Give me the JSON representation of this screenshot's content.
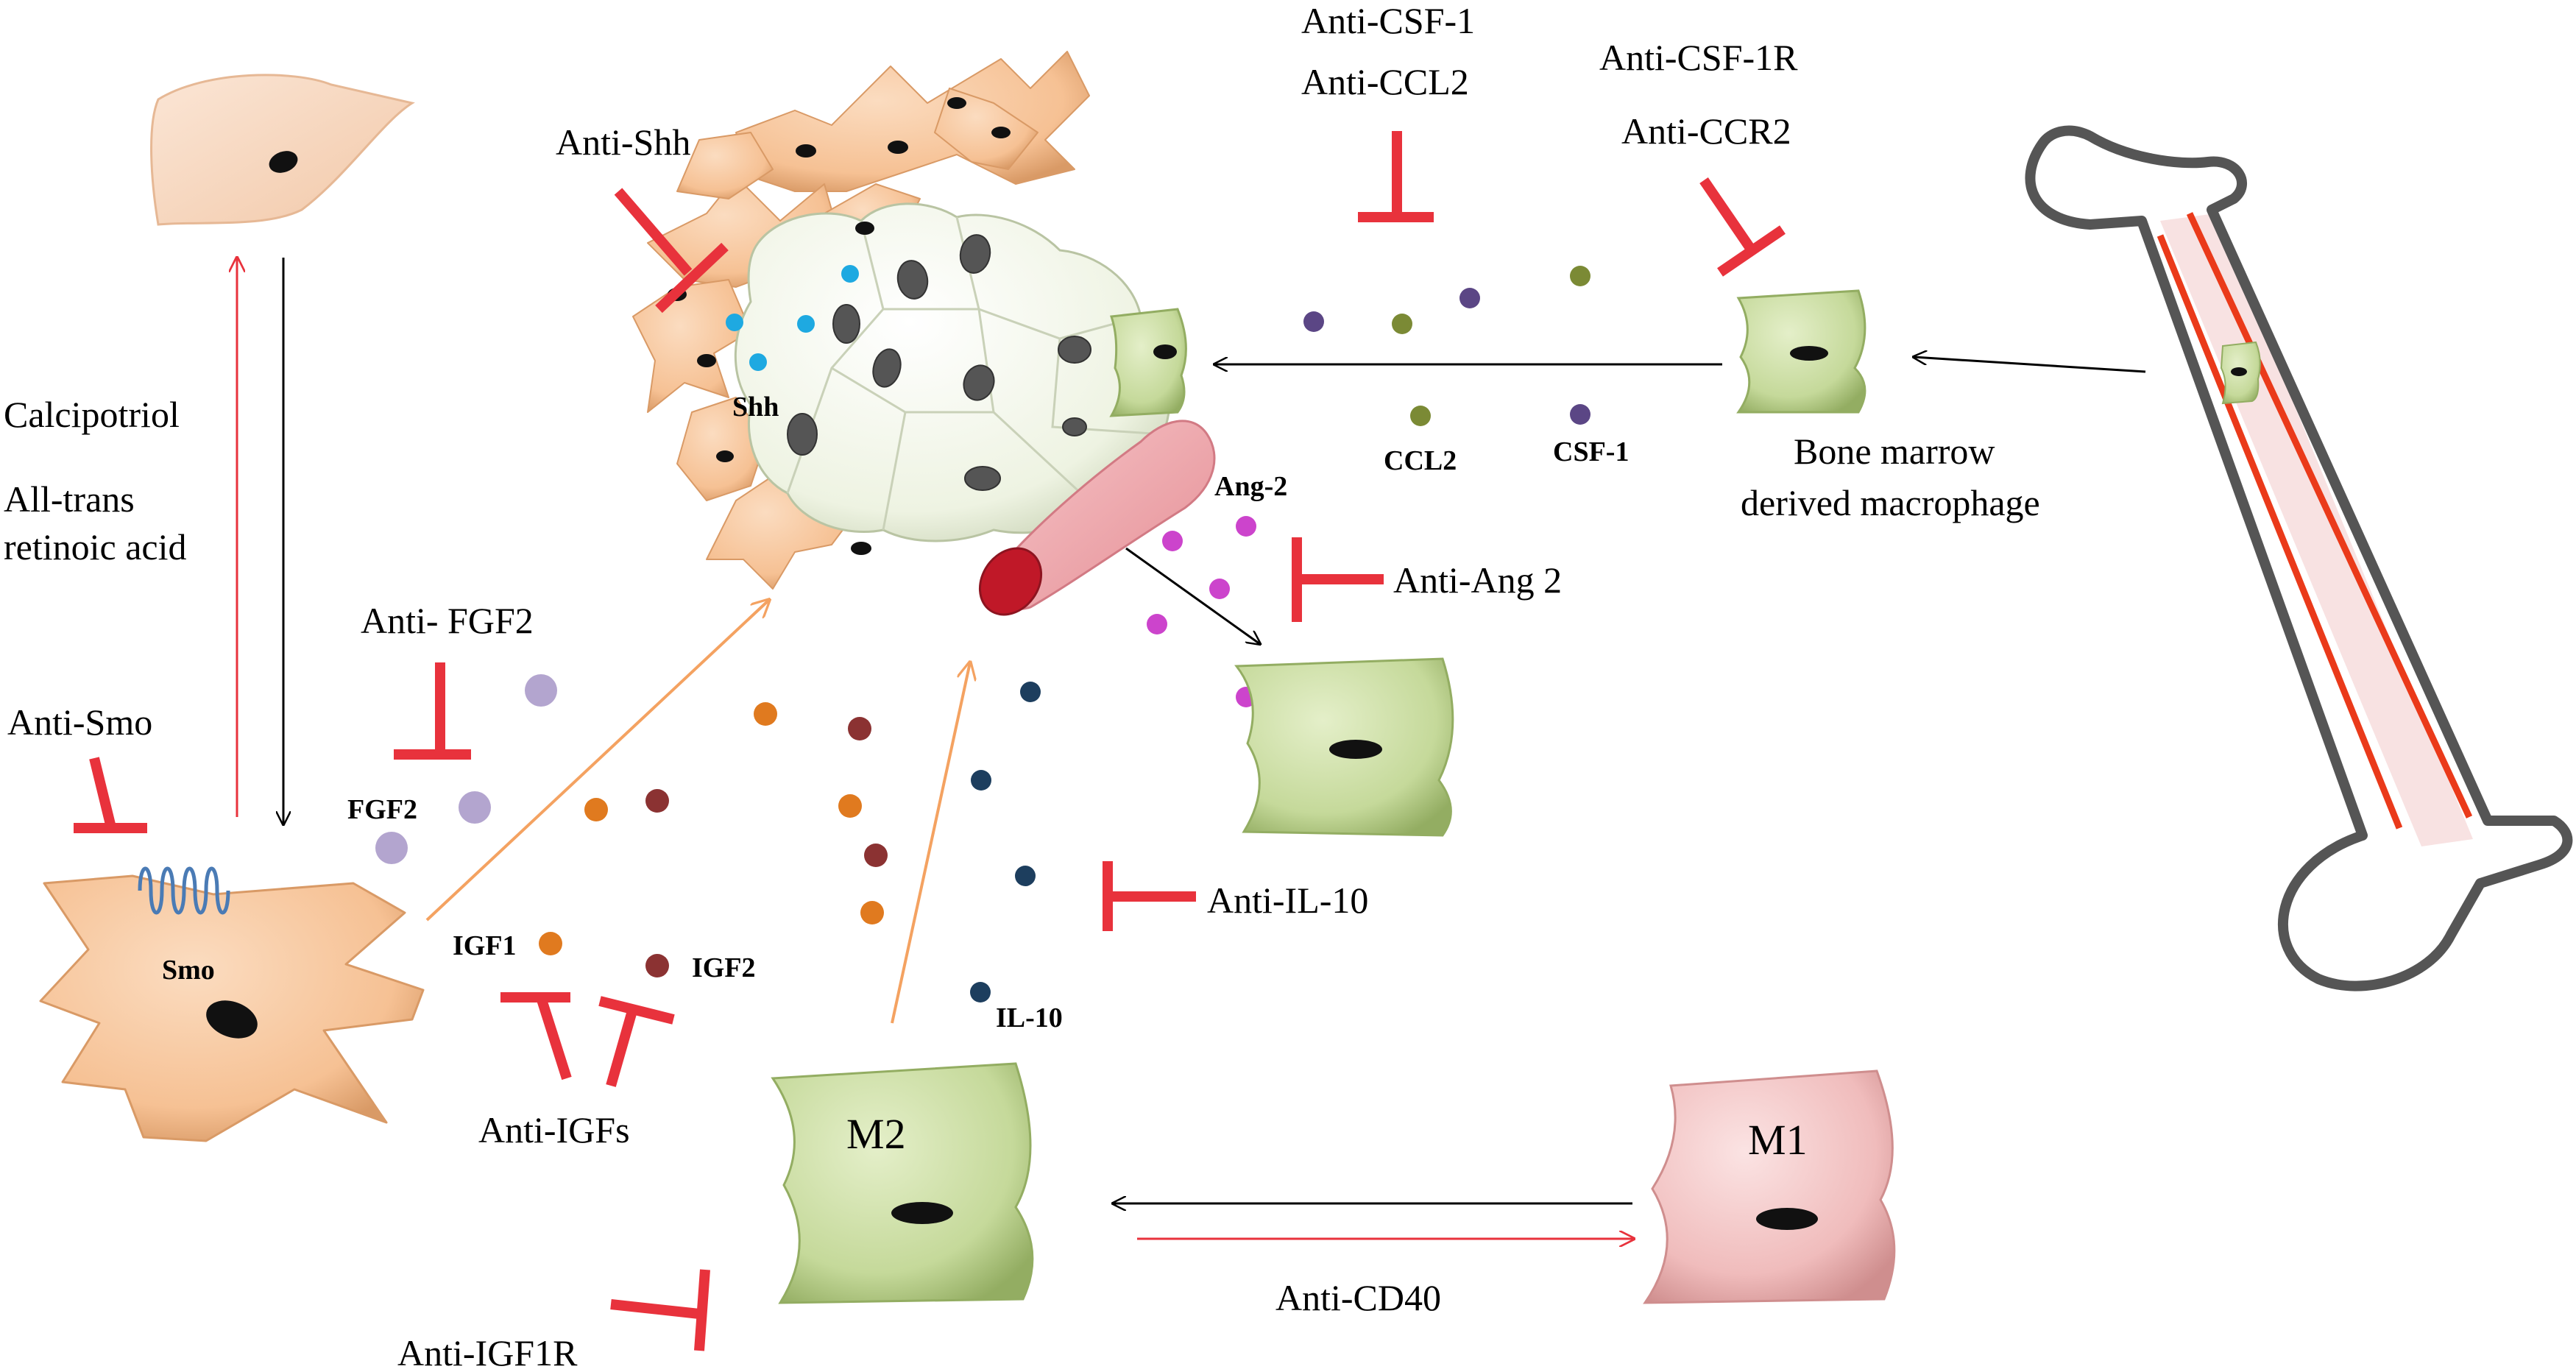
{
  "labels": {
    "calcipotriol": "Calcipotriol",
    "atra_line1": "All-trans",
    "atra_line2": "retinoic acid",
    "anti_smo": "Anti-Smo",
    "smo": "Smo",
    "anti_fgf2": "Anti- FGF2",
    "fgf2": "FGF2",
    "igf1": "IGF1",
    "igf2": "IGF2",
    "anti_igfs": "Anti-IGFs",
    "anti_igf1r": "Anti-IGF1R",
    "anti_shh": "Anti-Shh",
    "shh": "Shh",
    "anti_csf1": "Anti-CSF-1",
    "anti_ccl2": "Anti-CCL2",
    "anti_csf1r": "Anti-CSF-1R",
    "anti_ccr2": "Anti-CCR2",
    "ccl2": "CCL2",
    "csf1": "CSF-1",
    "bmdm_line1": "Bone marrow",
    "bmdm_line2": "derived macrophage",
    "ang2": "Ang-2",
    "anti_ang2": "Anti-Ang 2",
    "anti_il10": "Anti-IL-10",
    "il10": "IL-10",
    "m2": "M2",
    "m1": "M1",
    "anti_cd40": "Anti-CD40"
  },
  "colors": {
    "fibroblast": "#f6c194",
    "fibroblast_pale": "#f8dcc6",
    "tumor": "#eef3e2",
    "macrophage_m2": "#c5d99a",
    "macrophage_m1": "#f0bcbc",
    "inhibitor": "#e8323c",
    "red_arrow": "#e8323c",
    "orange_arrow": "#f4a261",
    "fgf2_dot": "#b3a5cf",
    "igf1_dot": "#e07a1f",
    "igf2_dot": "#8b3232",
    "il10_dot": "#1d3e5e",
    "ccl2_dot": "#7b8a35",
    "csf1_dot": "#5b4685",
    "ang2_dot": "#cc44cc",
    "shh_dot": "#1ea9e1",
    "bone_outline": "#555555",
    "bone_marrow": "#f5d8d8",
    "bone_vessel": "#ea3a1a"
  }
}
